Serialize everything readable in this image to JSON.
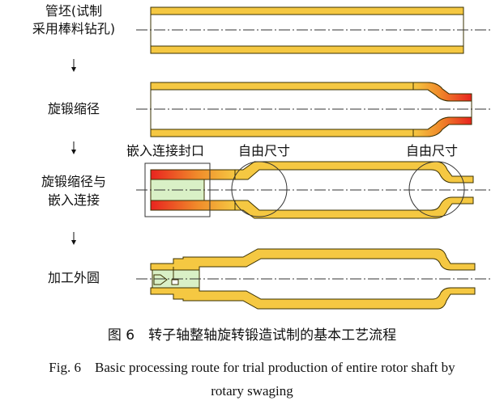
{
  "diagram": {
    "stages": [
      {
        "id": "blank",
        "lines": [
          "管坯(试制",
          "采用棒料钻孔)"
        ]
      },
      {
        "id": "swage-reduce",
        "lines": [
          "旋锻缩径"
        ]
      },
      {
        "id": "swage-join",
        "lines": [
          "旋锻缩径与",
          "嵌入连接"
        ]
      },
      {
        "id": "machining",
        "lines": [
          "加工外圆"
        ]
      }
    ],
    "annotations": {
      "embed_seal": "嵌入连接封口",
      "free_size_left": "自由尺寸",
      "free_size_right": "自由尺寸"
    },
    "colors": {
      "tube_fill": "#f5c842",
      "tube_stroke": "#3a3000",
      "swaged_red": "#e8231f",
      "insert_green": "#d9f0c6",
      "centerline": "#333333"
    }
  },
  "caption": {
    "cn": "图 6　转子轴整轴旋转锻造试制的基本工艺流程",
    "en_line1": "Fig. 6　Basic processing route for trial production of entire rotor shaft by",
    "en_line2": "rotary swaging"
  }
}
